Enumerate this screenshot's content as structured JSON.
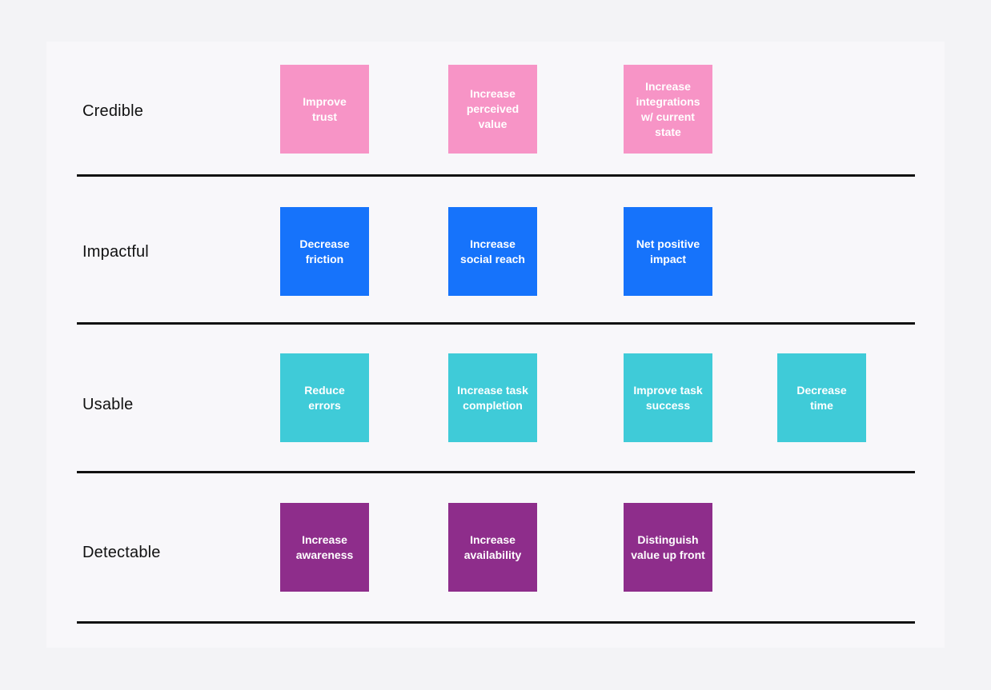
{
  "colors": {
    "credible": "#f794c6",
    "impactful": "#1673fb",
    "usable": "#3fcbd8",
    "detectable": "#8e2d8b"
  },
  "rows": [
    {
      "label": "Credible",
      "color_key": "credible",
      "notes": [
        "Improve trust",
        "Increase perceived value",
        "Increase integrations w/ current state"
      ]
    },
    {
      "label": "Impactful",
      "color_key": "impactful",
      "notes": [
        "Decrease friction",
        "Increase social reach",
        "Net positive impact"
      ]
    },
    {
      "label": "Usable",
      "color_key": "usable",
      "notes": [
        "Reduce errors",
        "Increase task completion",
        "Improve task success",
        "Decrease time"
      ]
    },
    {
      "label": "Detectable",
      "color_key": "detectable",
      "notes": [
        "Increase awareness",
        "Increase availability",
        "Distinguish value up front"
      ]
    }
  ]
}
